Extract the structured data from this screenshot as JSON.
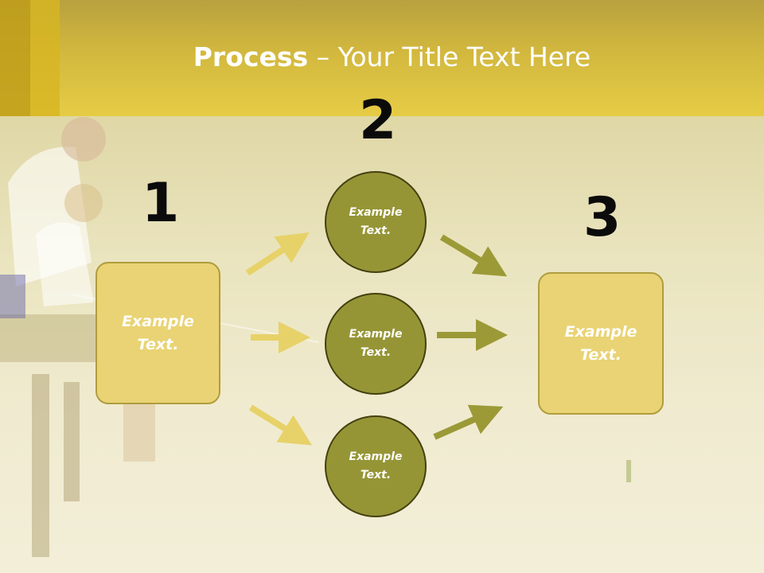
{
  "title": {
    "bold": "Process",
    "rest": " – Your Title Text Here"
  },
  "steps": [
    {
      "number": "1",
      "box_text_line1": "Example",
      "box_text_line2": "Text."
    },
    {
      "number": "2"
    },
    {
      "number": "3",
      "box_text_line1": "Example",
      "box_text_line2": "Text."
    }
  ],
  "circles": [
    {
      "line1": "Example",
      "line2": "Text."
    },
    {
      "line1": "Example",
      "line2": "Text."
    },
    {
      "line1": "Example",
      "line2": "Text."
    }
  ],
  "colors": {
    "header": "#e6cc45",
    "box_fill": "#e9d374",
    "circle_fill": "#969536",
    "arrow_light": "#e7d269",
    "arrow_dark": "#9b9a37"
  }
}
